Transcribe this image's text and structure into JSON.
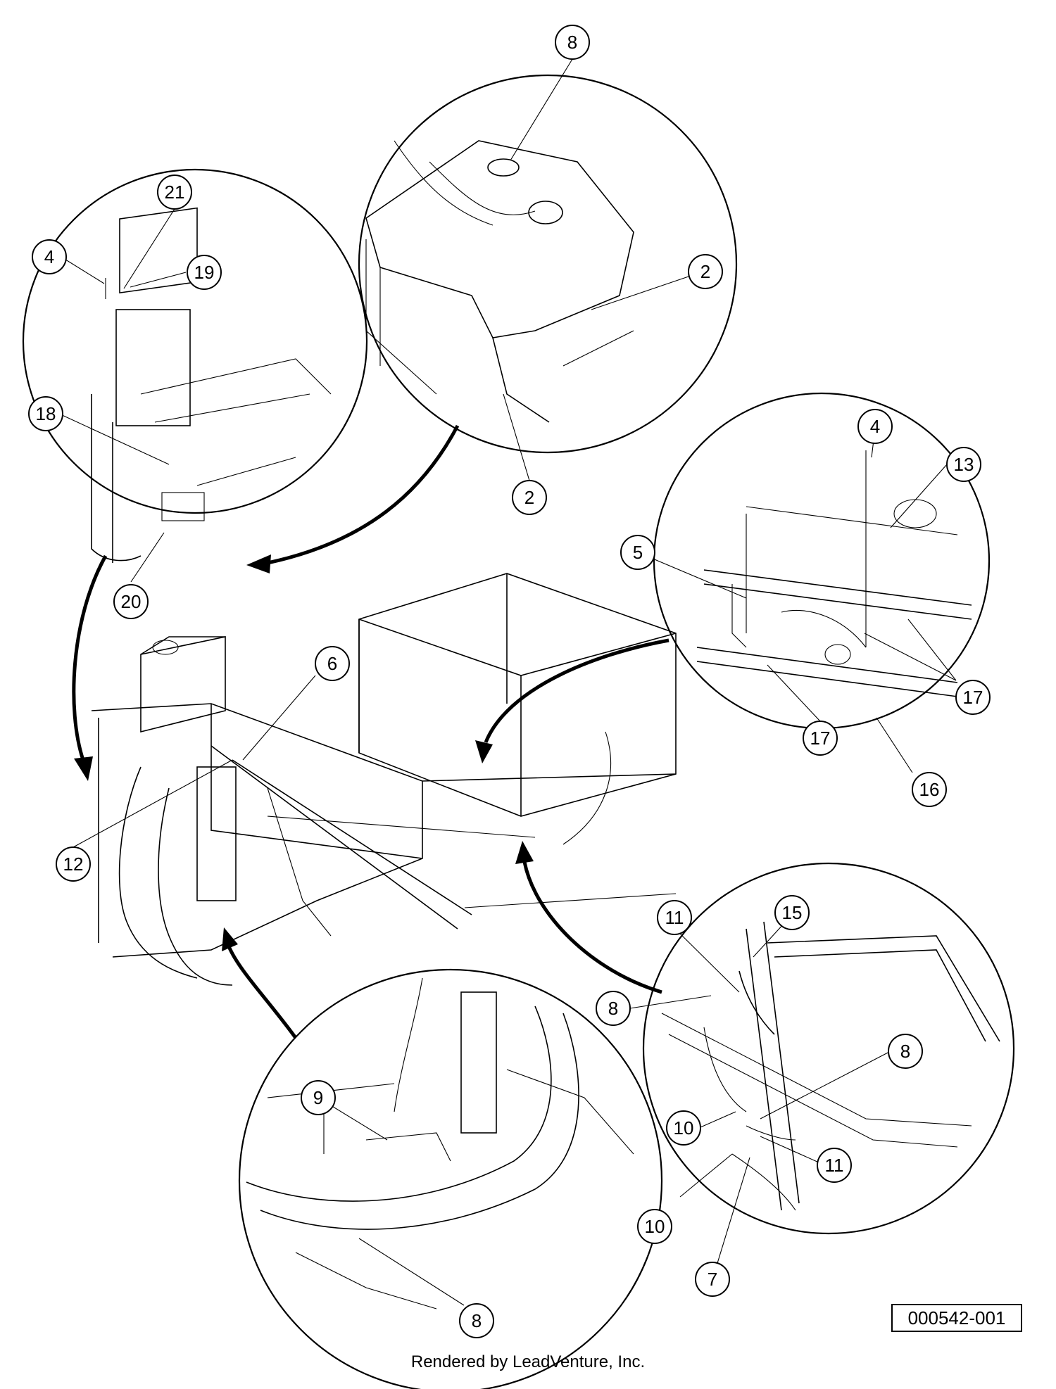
{
  "callouts": [
    {
      "id": "c8-top",
      "label": "8"
    },
    {
      "id": "c21",
      "label": "21"
    },
    {
      "id": "c4-left",
      "label": "4"
    },
    {
      "id": "c19",
      "label": "19"
    },
    {
      "id": "c2-right",
      "label": "2"
    },
    {
      "id": "c18",
      "label": "18"
    },
    {
      "id": "c2-bottom",
      "label": "2"
    },
    {
      "id": "c4-right",
      "label": "4"
    },
    {
      "id": "c13",
      "label": "13"
    },
    {
      "id": "c5",
      "label": "5"
    },
    {
      "id": "c20",
      "label": "20"
    },
    {
      "id": "c6",
      "label": "6"
    },
    {
      "id": "c17-right",
      "label": "17"
    },
    {
      "id": "c17-left",
      "label": "17"
    },
    {
      "id": "c16",
      "label": "16"
    },
    {
      "id": "c12",
      "label": "12"
    },
    {
      "id": "c11-top",
      "label": "11"
    },
    {
      "id": "c15",
      "label": "15"
    },
    {
      "id": "c8-mid",
      "label": "8"
    },
    {
      "id": "c8-right",
      "label": "8"
    },
    {
      "id": "c9",
      "label": "9"
    },
    {
      "id": "c10-upper",
      "label": "10"
    },
    {
      "id": "c11-bottom",
      "label": "11"
    },
    {
      "id": "c10-lower",
      "label": "10"
    },
    {
      "id": "c7",
      "label": "7"
    },
    {
      "id": "c8-bottom",
      "label": "8"
    }
  ],
  "part_number": "000542-001",
  "footer": "Rendered by LeadVenture, Inc."
}
